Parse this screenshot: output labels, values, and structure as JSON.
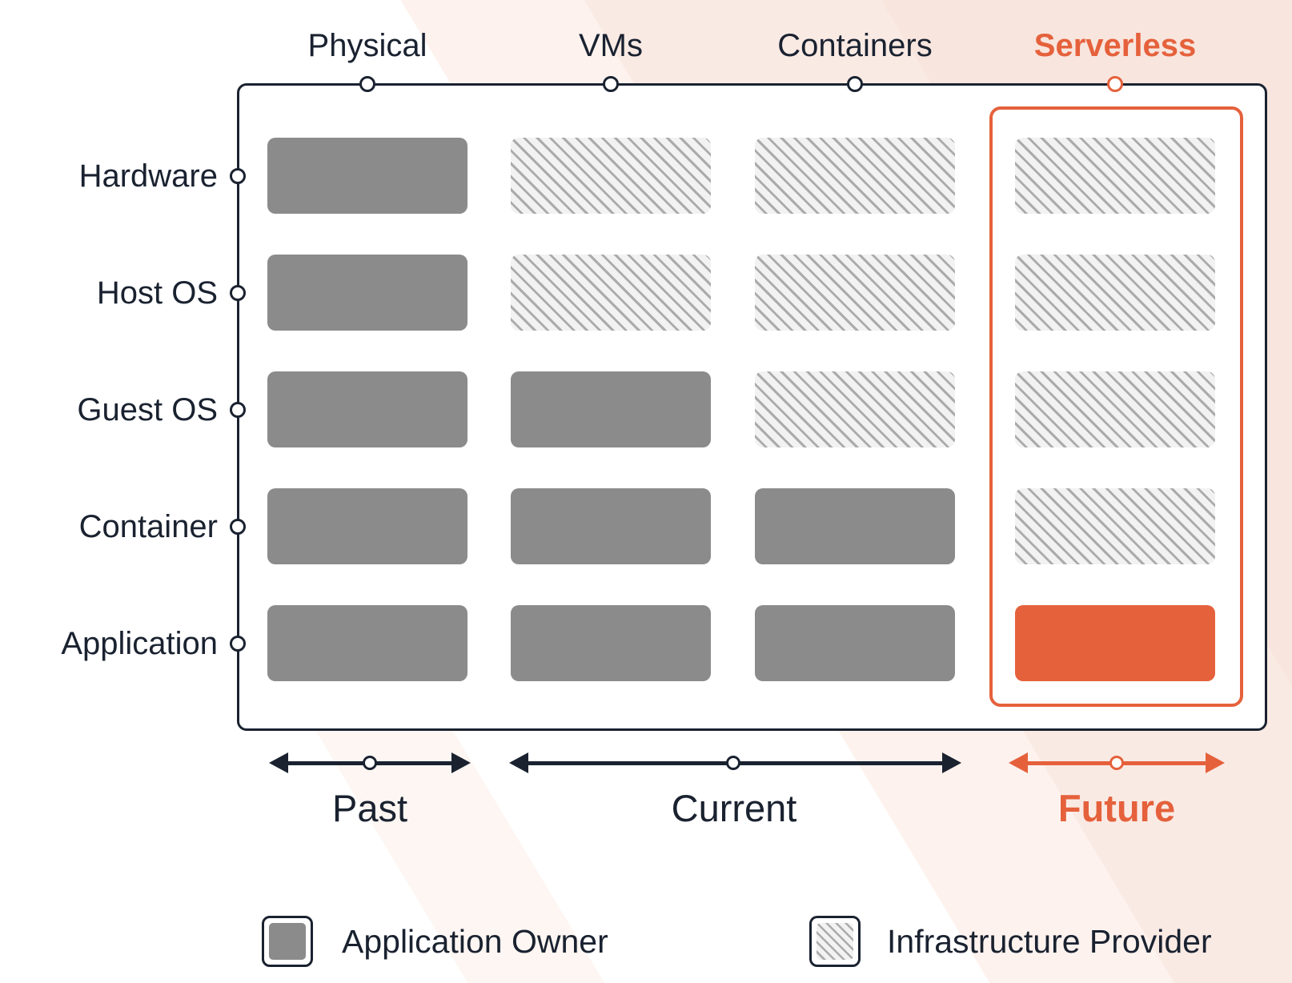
{
  "palette": {
    "dark": "#1a2230",
    "orange": "#e5613c",
    "gray": "#8b8b8b",
    "hatch_bg": "#f2f2f2",
    "hatch_stripe": "#ababab"
  },
  "columns": [
    {
      "label": "Physical",
      "highlighted": false
    },
    {
      "label": "VMs",
      "highlighted": false
    },
    {
      "label": "Containers",
      "highlighted": false
    },
    {
      "label": "Serverless",
      "highlighted": true
    }
  ],
  "rows": [
    {
      "label": "Hardware"
    },
    {
      "label": "Host OS"
    },
    {
      "label": "Guest OS"
    },
    {
      "label": "Container"
    },
    {
      "label": "Application"
    }
  ],
  "grid_ownership": [
    [
      "app-owner",
      "infra-provider",
      "infra-provider",
      "infra-provider"
    ],
    [
      "app-owner",
      "infra-provider",
      "infra-provider",
      "infra-provider"
    ],
    [
      "app-owner",
      "app-owner",
      "infra-provider",
      "infra-provider"
    ],
    [
      "app-owner",
      "app-owner",
      "app-owner",
      "infra-provider"
    ],
    [
      "app-owner",
      "app-owner",
      "app-owner",
      "app-owner-future"
    ]
  ],
  "eras": [
    {
      "label": "Past",
      "accent": false
    },
    {
      "label": "Current",
      "accent": false
    },
    {
      "label": "Future",
      "accent": true
    }
  ],
  "legend": [
    {
      "label": "Application Owner",
      "swatch": "app-owner"
    },
    {
      "label": "Infrastructure Provider",
      "swatch": "infra-provider"
    }
  ]
}
